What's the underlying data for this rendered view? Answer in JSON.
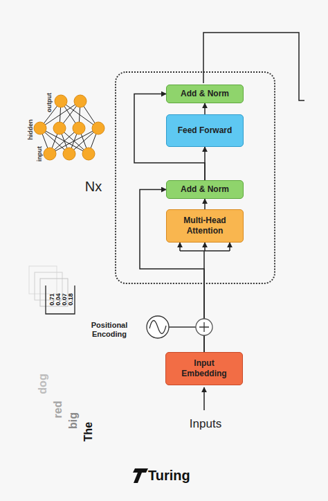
{
  "diagram": {
    "nodes": [
      {
        "text": [
          "Nx"
        ]
      },
      {
        "text": [
          "Add & Norm"
        ],
        "in": 0
      },
      {
        "text": [
          "Feed Forward"
        ],
        "in": 0
      },
      {
        "text": [
          "Add & Norm"
        ],
        "in": 0
      },
      {
        "text": [
          "Multi-Head Attention"
        ],
        "in": 0
      },
      {
        "text": [
          "Input Embedding"
        ]
      }
    ],
    "edges": [
      {
        "from": 5,
        "to": 4,
        "arrow": "to"
      },
      {
        "from": 5,
        "to": 3,
        "arrow": "to"
      },
      {
        "from": 4,
        "to": 3,
        "arrow": "to"
      },
      {
        "from": 3,
        "to": 2,
        "arrow": "to"
      },
      {
        "from": 3,
        "to": 1,
        "arrow": "to"
      },
      {
        "from": 2,
        "to": 1,
        "arrow": "to"
      }
    ],
    "labels": [
      "output",
      "hidden",
      "input",
      "0.71",
      "0.04",
      "0.07",
      "0.18",
      "Positional Encoding",
      "dog",
      "red",
      "big",
      "The",
      "Inputs",
      "Turing"
    ]
  }
}
